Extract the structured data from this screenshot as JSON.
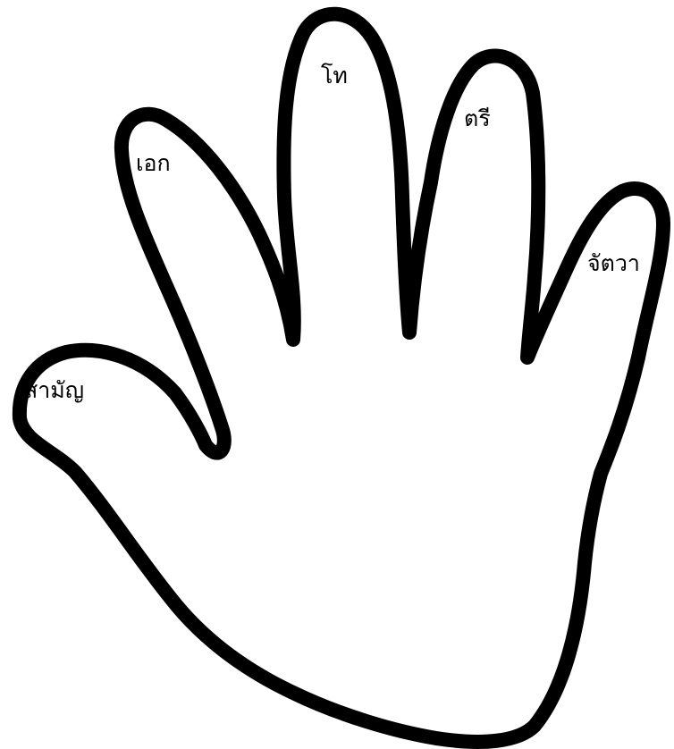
{
  "colors": {
    "outline": "#000000",
    "fill": "#ffffff",
    "text": "#000000"
  },
  "hand": {
    "labels": {
      "thumb": "สามัญ",
      "index": "เอก",
      "middle": "โท",
      "ring": "ตรี",
      "little": "จัตวา"
    }
  }
}
